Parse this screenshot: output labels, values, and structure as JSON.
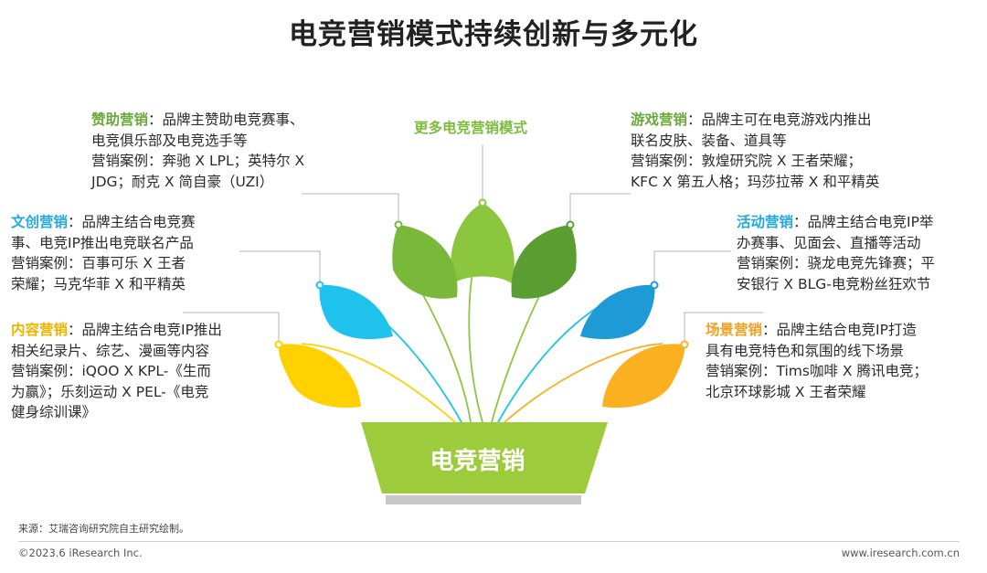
{
  "title": "电竞营销模式持续创新与多元化",
  "center": {
    "top_label": "更多电竞营销模式",
    "pot_label": "电竞营销"
  },
  "blocks": {
    "sponsor": {
      "head": "赞助营销",
      "lines": [
        "：品牌主赞助电竞赛事、",
        "电竞俱乐部及电竞选手等",
        "营销案例：奔驰 X LPL；英特尔 X",
        "JDG；耐克 X 简自豪（UZI）"
      ]
    },
    "cultural": {
      "head": "文创营销",
      "lines": [
        "：品牌主结合电竞赛",
        "事、电竞IP推出电竞联名产品",
        "营销案例：百事可乐 X 王者",
        "荣耀；马克华菲 X 和平精英"
      ]
    },
    "content": {
      "head": "内容营销",
      "lines": [
        "：品牌主结合电竞IP推出",
        "相关纪录片、综艺、漫画等内容",
        "营销案例：iQOO X KPL-《生而",
        "为赢》；乐刻运动 X PEL-《电竞",
        "健身综训课》"
      ]
    },
    "game": {
      "head": "游戏营销",
      "lines": [
        "：品牌主可在电竞游戏内推出",
        "联名皮肤、装备、道具等",
        "营销案例：敦煌研究院 X 王者荣耀；",
        "KFC X 第五人格；玛莎拉蒂 X 和平精英"
      ]
    },
    "event": {
      "head": "活动营销",
      "lines": [
        "：品牌主结合电竞IP举",
        "办赛事、见面会、直播等活动",
        "营销案例：骁龙电竞先锋赛；平",
        "安银行 X BLG-电竞粉丝狂欢节"
      ]
    },
    "scene": {
      "head": "场景营销",
      "lines": [
        "：品牌主结合电竞IP打造",
        "具有电竞特色和氛围的线下场景",
        "营销案例：Tims咖啡 X 腾讯电竞；",
        "北京环球影城 X 王者荣耀"
      ]
    }
  },
  "source": "来源：艾瑞咨询研究院自主研究绘制。",
  "copyright": "©2023.6 iResearch Inc.",
  "website": "www.iresearch.com.cn",
  "colors": {
    "green_light": "#8cc63f",
    "green_mid": "#7ab83a",
    "green_dark": "#5a9e32",
    "blue": "#1ec2ec",
    "yellow": "#ffd100",
    "orange": "#fbb020",
    "pot": "#9ccc3c"
  }
}
